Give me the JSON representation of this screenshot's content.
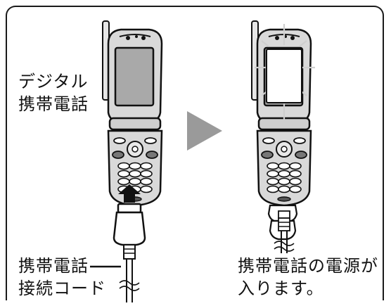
{
  "labels": {
    "phone_line1": "デジタル",
    "phone_line2": "携帯電話",
    "cord_line1": "携帯電話",
    "cord_line2": "接続コード",
    "power_line1": "携帯電話の電源が",
    "power_line2": "入ります。"
  },
  "colors": {
    "arrow_gray": "#9a9a9a",
    "phone_body": "#d9d9d9",
    "screen_gray": "#a9a9a9",
    "outline": "#111111"
  }
}
